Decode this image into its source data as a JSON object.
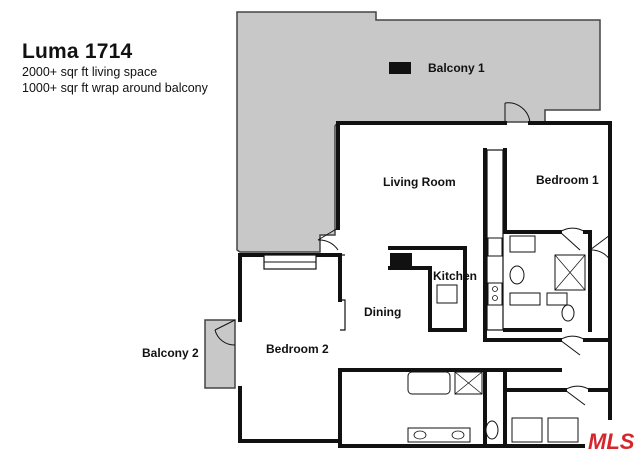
{
  "header": {
    "title": "Luma 1714",
    "line1": "2000+ sqr ft living space",
    "line2": "1000+ sqr ft wrap around balcony"
  },
  "rooms": {
    "balcony1": "Balcony 1",
    "living_room": "Living Room",
    "bedroom1": "Bedroom 1",
    "kitchen": "Kitchen",
    "dining": "Dining",
    "bedroom2": "Bedroom 2",
    "balcony2": "Balcony 2"
  },
  "logo": {
    "text": "MLS"
  },
  "colors": {
    "balcony_fill": "#c8c8c8",
    "wall": "#111111",
    "logo_red": "#d6262d"
  }
}
